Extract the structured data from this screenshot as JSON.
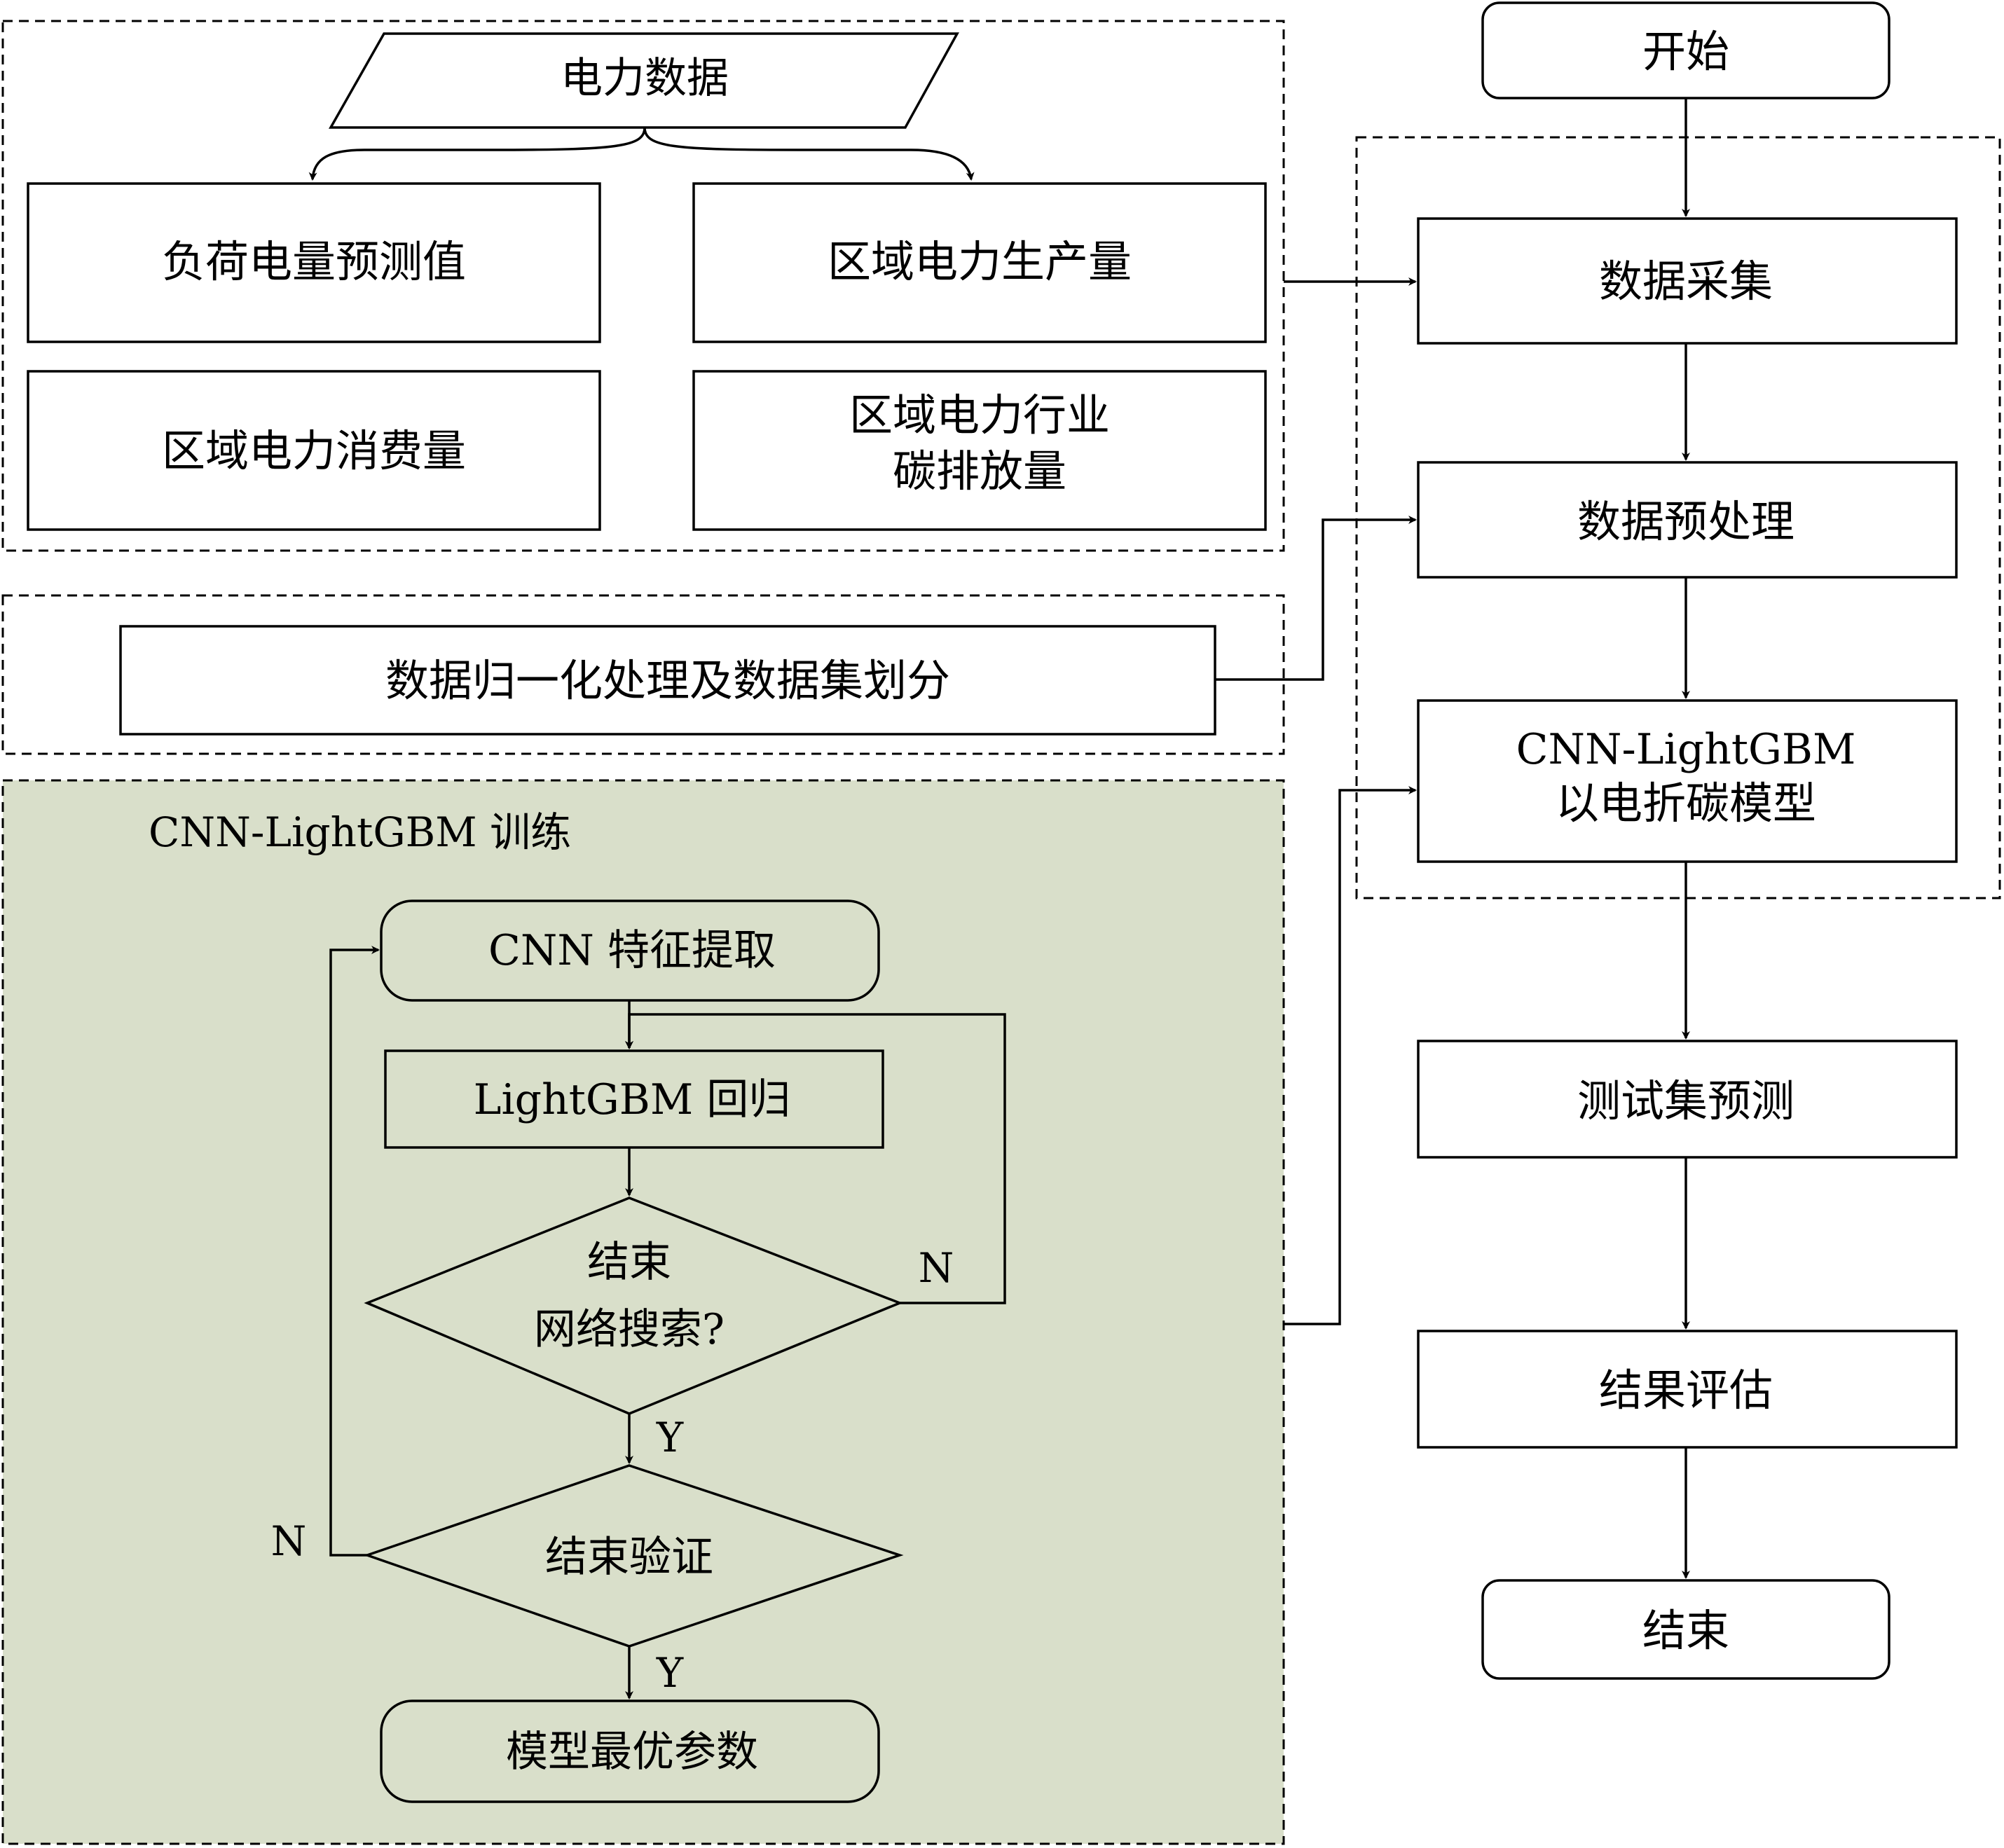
{
  "colors": {
    "training_panel_fill": "#d9dfca",
    "stroke": "#000000",
    "background": "#ffffff"
  },
  "data_group": {
    "source": "电力数据",
    "items": [
      "负荷电量预测值",
      "区域电力生产量",
      "区域电力消费量",
      "区域电力行业碳排放量"
    ],
    "item_lines": {
      "emission": [
        "区域电力行业",
        "碳排放量"
      ]
    }
  },
  "normalization": "数据归一化处理及数据集划分",
  "training": {
    "title": "CNN-LightGBM 训练",
    "feature_extraction": "CNN 特征提取",
    "regression": "LightGBM 回归",
    "grid_search": [
      "结束",
      "网络搜索?"
    ],
    "validation": "结束验证",
    "best_params": "模型最优参数",
    "yes": "Y",
    "no": "N"
  },
  "main_flow": {
    "start": "开始",
    "collect": "数据采集",
    "preprocess": "数据预处理",
    "model": [
      "CNN-LightGBM",
      "以电折碳模型"
    ],
    "test": "测试集预测",
    "evaluate": "结果评估",
    "end": "结束"
  }
}
